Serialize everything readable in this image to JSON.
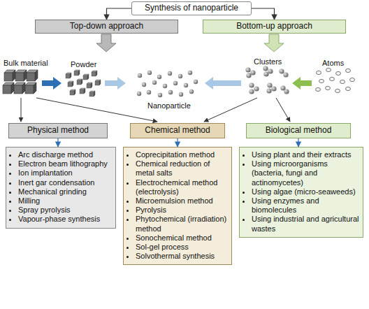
{
  "diagram": {
    "nodes": [
      {
        "text": [
          "Synthesis of nanoparticle"
        ]
      },
      {
        "text": [
          "Top-down approach"
        ]
      },
      {
        "text": [
          "Bottom-up approach"
        ]
      },
      {
        "text": [
          "Physical method"
        ]
      },
      {
        "text": [
          "Chemical method"
        ]
      },
      {
        "text": [
          "Biological method"
        ]
      },
      {
        "text": [
          "Arc discharge method",
          "Electron beam lithography",
          "Ion implantation",
          "Inert gar condensation",
          "Mechanical grinding",
          "Milling",
          "Spray pyrolysis",
          "Vapour-phase synthesis"
        ]
      },
      {
        "text": [
          "Coprecipitation method",
          "Chemical reduction of metal salts",
          "Electrochemical method (electrolysis)",
          "Microemulsion method",
          "Pyrolysis",
          "Phytochemical (irradiation) method",
          "Sonochemical method",
          "Sol-gel process",
          "Solvothermal synthesis"
        ]
      },
      {
        "text": [
          "Using plant and their extracts",
          "Using microorganisms (bacteria, fungi and actinomycetes)",
          "Using algae (micro-seaweeds)",
          "Using enzymes and biomolecules",
          "Using industrial and agricultural wastes"
        ]
      }
    ],
    "edges": [
      {
        "from": 0,
        "to": 1,
        "arrow": "to"
      },
      {
        "from": 0,
        "to": 2,
        "arrow": "to"
      },
      {
        "from": 3,
        "to": 6,
        "arrow": "to"
      },
      {
        "from": 4,
        "to": 7,
        "arrow": "to"
      },
      {
        "from": 5,
        "to": 8,
        "arrow": "to"
      }
    ],
    "labels": [
      "Bulk material",
      "Powder",
      "Clusters",
      "Atoms",
      "Nanoparticle"
    ]
  }
}
